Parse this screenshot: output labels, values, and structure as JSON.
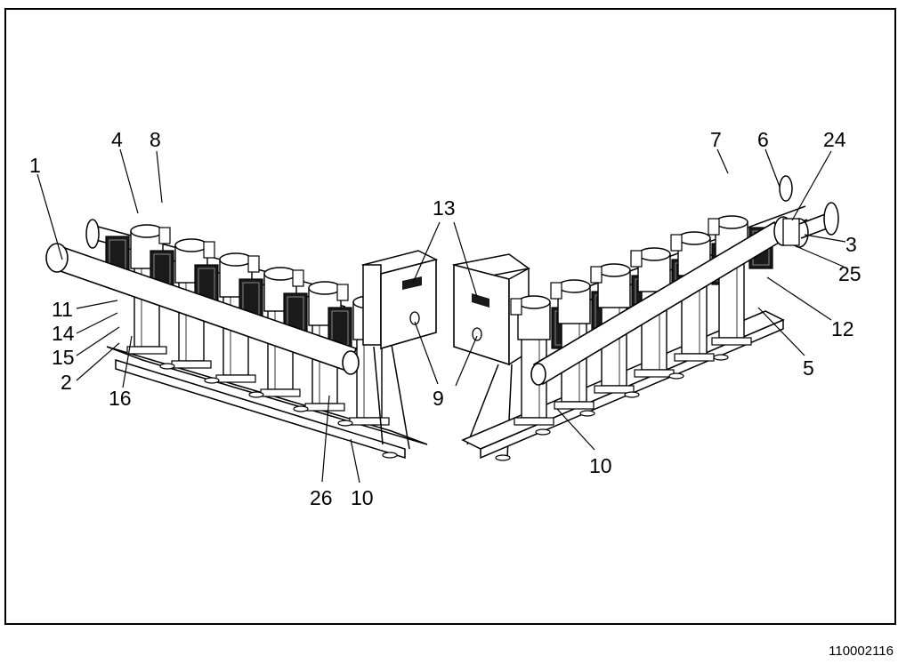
{
  "figure_code": "110002116",
  "callouts": {
    "left": [
      "1",
      "4",
      "8",
      "11",
      "14",
      "15",
      "2",
      "16",
      "26",
      "10"
    ],
    "center": [
      "13",
      "9"
    ],
    "right": [
      "7",
      "6",
      "24",
      "3",
      "25",
      "12",
      "5",
      "10"
    ]
  },
  "colors": {
    "line": "#000000",
    "fill": "#ffffff",
    "shade": "#d0d0d0",
    "dark": "#1a1a1a"
  }
}
